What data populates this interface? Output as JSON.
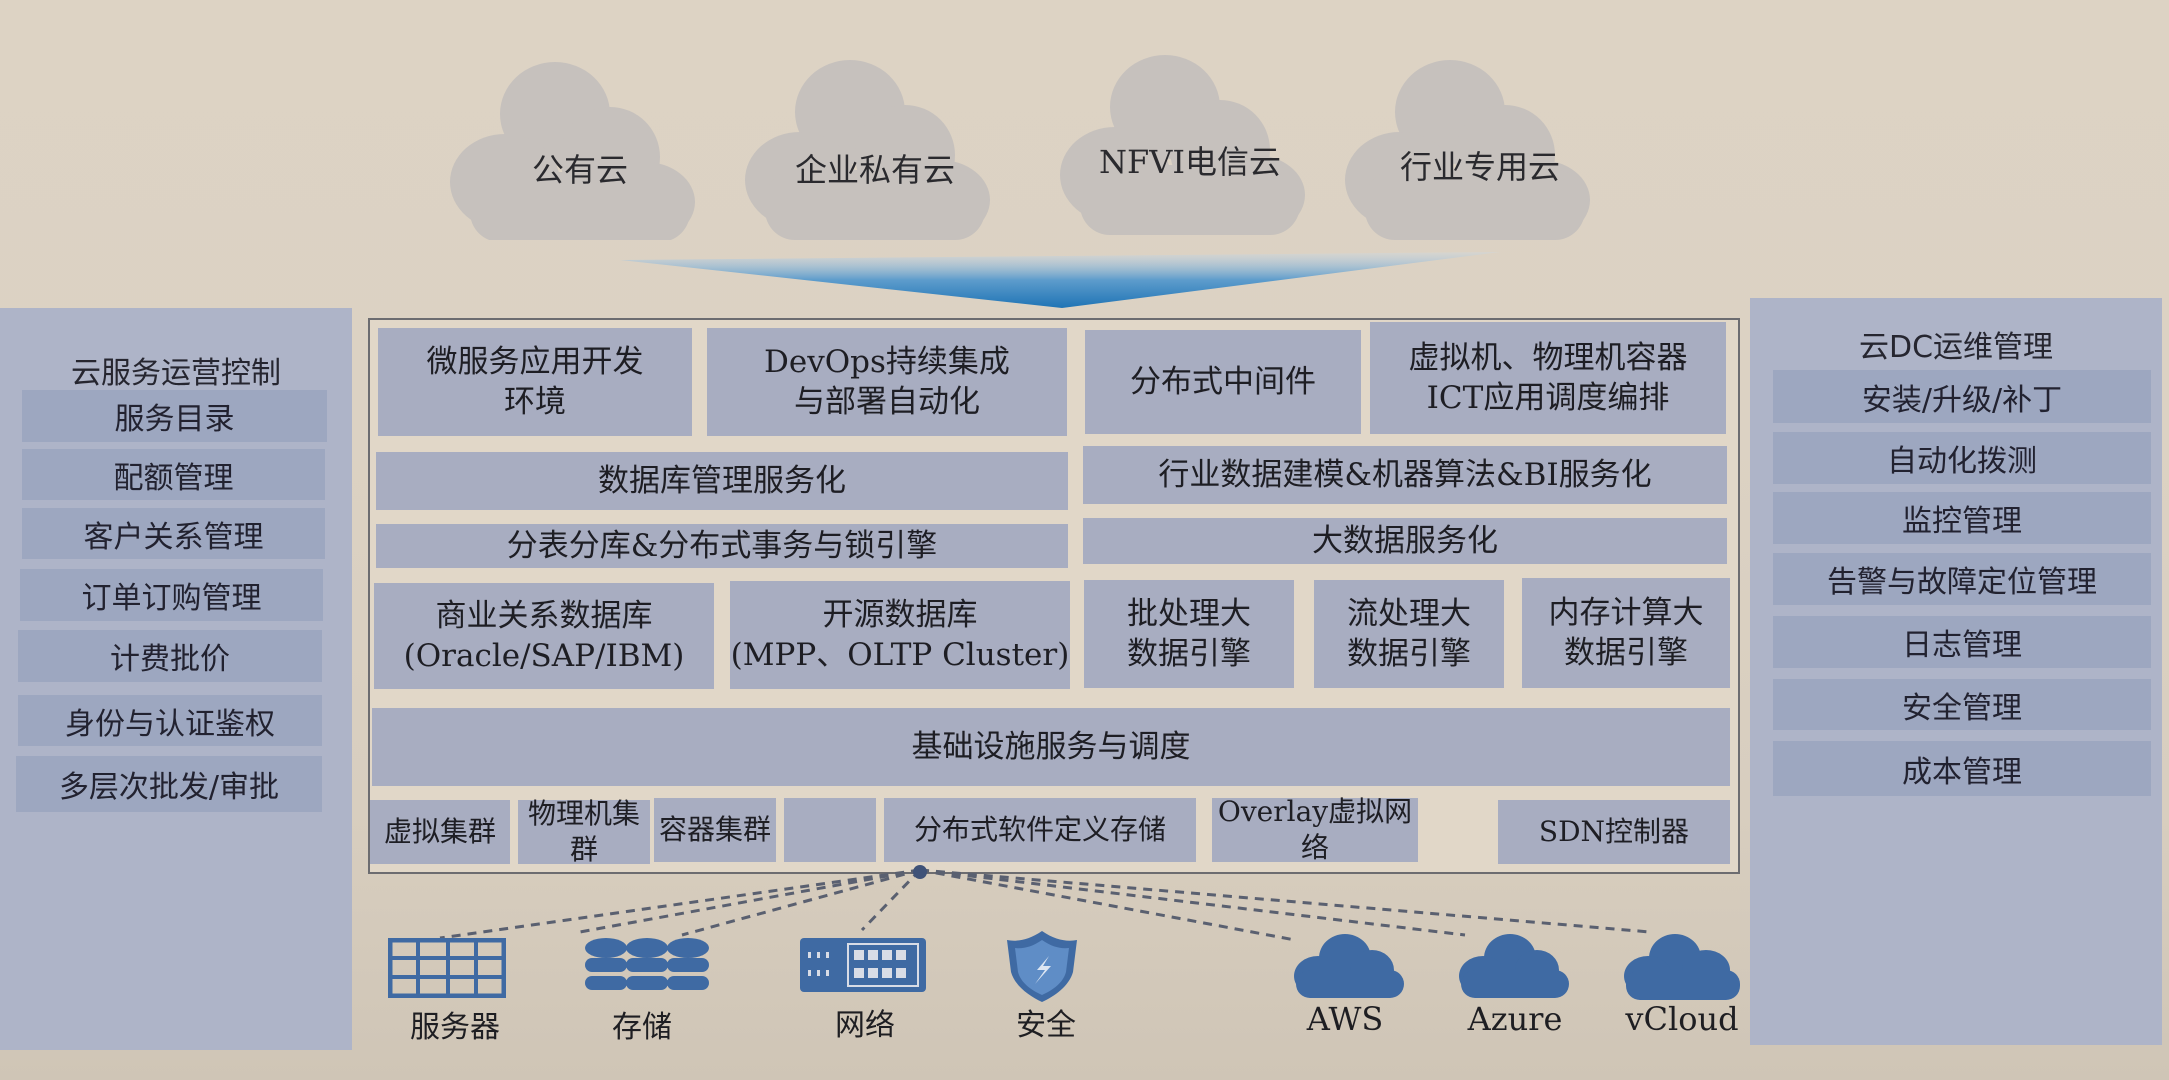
{
  "top_clouds": [
    {
      "label": "公有云"
    },
    {
      "label": "企业私有云"
    },
    {
      "label": "NFVI电信云"
    },
    {
      "label": "行业专用云"
    }
  ],
  "left_sidebar": {
    "title": "云服务运营控制",
    "items": [
      {
        "label": "服务目录"
      },
      {
        "label": "配额管理"
      },
      {
        "label": "客户关系管理"
      },
      {
        "label": "订单订购管理"
      },
      {
        "label": "计费批价"
      },
      {
        "label": "身份与认证鉴权"
      },
      {
        "label": "多层次批发/审批"
      }
    ]
  },
  "right_sidebar": {
    "title": "云DC运维管理",
    "items": [
      {
        "label": "安装/升级/补丁"
      },
      {
        "label": "自动化拨测"
      },
      {
        "label": "监控管理"
      },
      {
        "label": "告警与故障定位管理"
      },
      {
        "label": "日志管理"
      },
      {
        "label": "安全管理"
      },
      {
        "label": "成本管理"
      }
    ]
  },
  "center": {
    "row1": [
      {
        "line1": "微服务应用开发",
        "line2": "环境"
      },
      {
        "line1": "DevOps持续集成",
        "line2": "与部署自动化"
      },
      {
        "line1": "分布式中间件",
        "line2": ""
      },
      {
        "line1": "虚拟机、物理机容器",
        "line2": "ICT应用调度编排"
      }
    ],
    "db_service": "数据库管理服务化",
    "industry_service": "行业数据建模&机器算法&BI服务化",
    "sharding": "分表分库&分布式事务与锁引擎",
    "bigdata_service": "大数据服务化",
    "row4": [
      {
        "line1": "商业关系数据库",
        "line2": "(Oracle/SAP/IBM)"
      },
      {
        "line1": "开源数据库",
        "line2": "(MPP、OLTP Cluster)"
      },
      {
        "line1": "批处理大",
        "line2": "数据引擎"
      },
      {
        "line1": "流处理大",
        "line2": "数据引擎"
      },
      {
        "line1": "内存计算大",
        "line2": "数据引擎"
      }
    ],
    "infra": "基础设施服务与调度",
    "row6": [
      {
        "label": "虚拟集群"
      },
      {
        "label": "物理机集群"
      },
      {
        "label": "容器集群"
      },
      {
        "label": "分布式软件定义存储"
      },
      {
        "label": "Overlay虚拟网络"
      },
      {
        "label": "SDN控制器"
      }
    ]
  },
  "resources": [
    {
      "label": "服务器",
      "icon": "server-rack-icon"
    },
    {
      "label": "存储",
      "icon": "storage-disks-icon"
    },
    {
      "label": "网络",
      "icon": "network-switch-icon"
    },
    {
      "label": "安全",
      "icon": "security-shield-icon"
    },
    {
      "label": "AWS",
      "icon": "cloud-icon"
    },
    {
      "label": "Azure",
      "icon": "cloud-icon"
    },
    {
      "label": "vCloud",
      "icon": "cloud-icon"
    }
  ],
  "colors": {
    "background": "#ddd3c4",
    "box": "#a8adc1",
    "sidebar": "#aeb4c8",
    "sidebar_item": "#9da7c0",
    "cloud_gray": "#c4bfbb",
    "icon_blue": "#3f6aa3",
    "funnel_blue": "#2f7fbf"
  }
}
